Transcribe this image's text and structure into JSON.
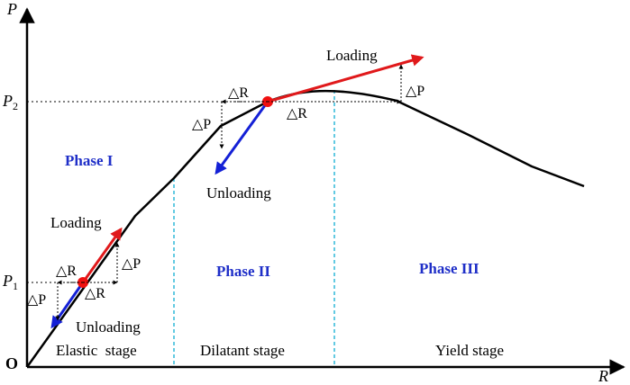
{
  "axes": {
    "y_axis_label": "P",
    "x_axis_label": "R",
    "origin_label": "O",
    "p1_label_main": "P",
    "p1_label_sub": "1",
    "p2_label_main": "P",
    "p2_label_sub": "2"
  },
  "phases": [
    "Phase I",
    "Phase II",
    "Phase III"
  ],
  "stages": [
    "Elastic  stage",
    "Dilatant stage",
    "Yield stage"
  ],
  "annotations": {
    "loading": "Loading",
    "unloading": "Unloading",
    "delta_r": "△R",
    "delta_p": "△P"
  },
  "colors": {
    "curve": "#000000",
    "loading_arrow": "#e0191b",
    "unloading_arrow": "#1420d6",
    "point": "#f01010",
    "phase_text": "#1f2fc8",
    "stage_divider": "#2fb8d8",
    "guide_line": "#000000"
  }
}
